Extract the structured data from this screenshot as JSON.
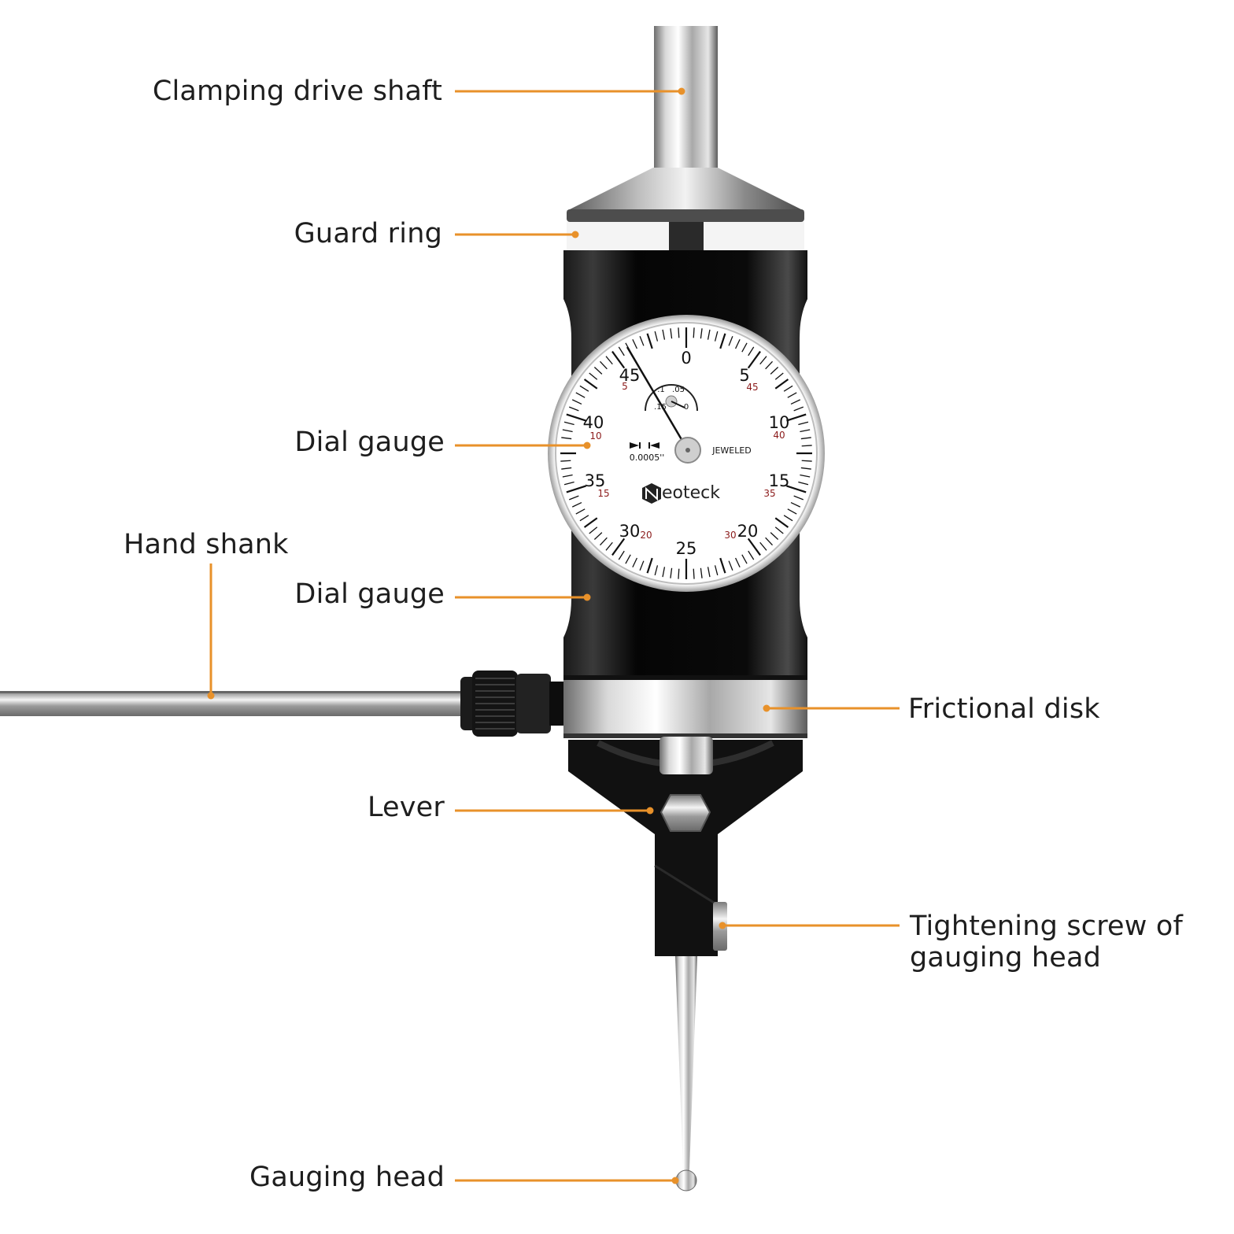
{
  "labels": {
    "clamping_drive_shaft": "Clamping drive shaft",
    "guard_ring": "Guard ring",
    "dial_gauge_1": "Dial gauge",
    "hand_shank": "Hand shank",
    "dial_gauge_2": "Dial gauge",
    "frictional_disk": "Frictional disk",
    "lever": "Lever",
    "tightening_screw": "Tightening screw of gauging head",
    "gauging_head": "Gauging head"
  },
  "dial": {
    "outer_numbers": [
      "0",
      "5",
      "10",
      "15",
      "20",
      "25",
      "30",
      "35",
      "40",
      "45"
    ],
    "inner_numbers_right": [
      "45",
      "40",
      "35",
      "30"
    ],
    "inner_numbers_left": [
      "5",
      "10",
      "15",
      "20"
    ],
    "sub_dial_numbers": [
      ".1",
      ".05",
      ".15",
      "0"
    ],
    "resolution": "0.0005''",
    "jeweled": "JEWELED",
    "brand": "eoteck"
  },
  "colors": {
    "leader": "#e8912a",
    "body": "#0c0c0c",
    "dial_red": "#8b1a1a"
  }
}
